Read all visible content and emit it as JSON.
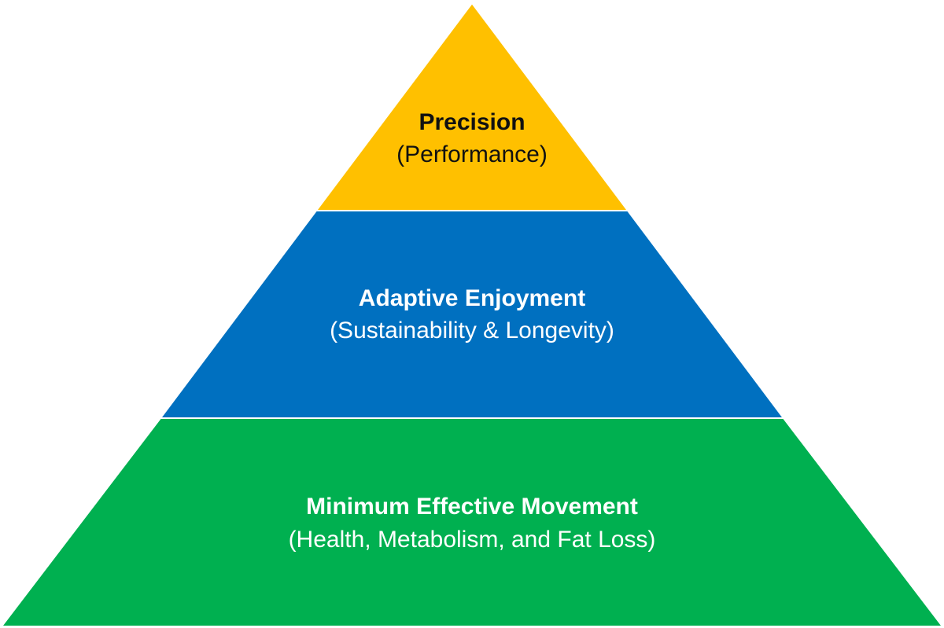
{
  "tiers": {
    "top": {
      "title": "Precision",
      "subtitle": "(Performance)",
      "fill": "#FFC000",
      "text_color": "#111111"
    },
    "middle": {
      "title": "Adaptive Enjoyment",
      "subtitle": "(Sustainability & Longevity)",
      "fill": "#0070C0",
      "text_color": "#FFFFFF"
    },
    "bottom": {
      "title": "Minimum Effective Movement",
      "subtitle": "(Health, Metabolism, and Fat Loss)",
      "fill": "#00B050",
      "text_color": "#FFFFFF"
    }
  }
}
